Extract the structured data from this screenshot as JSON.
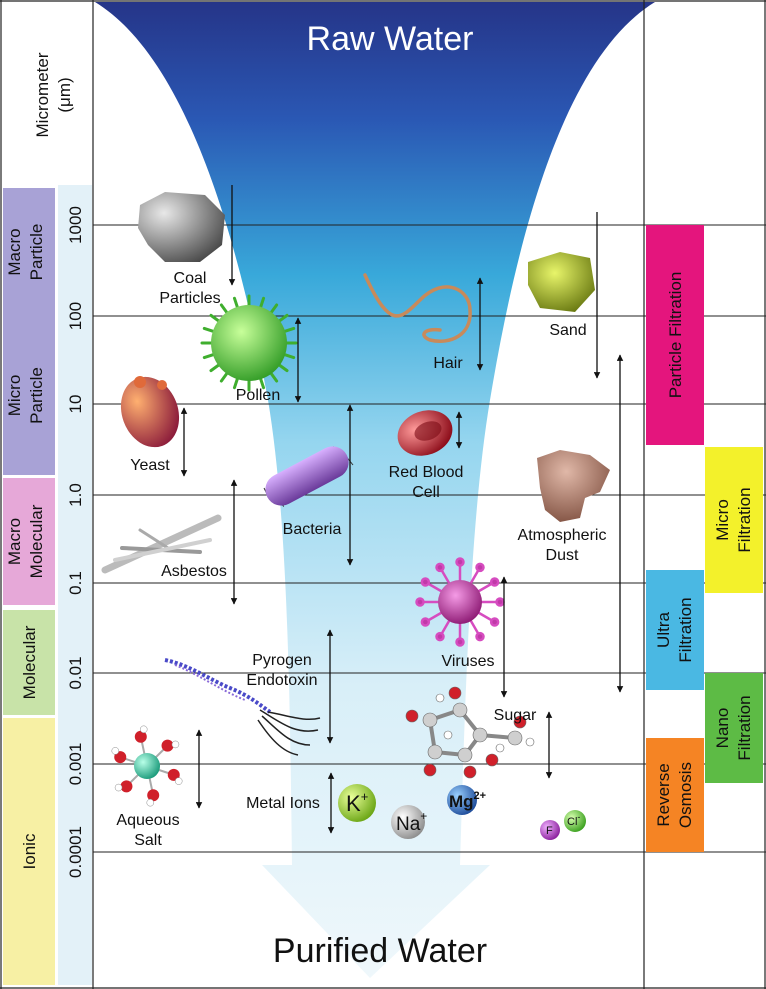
{
  "title_top": "Raw Water",
  "title_bottom": "Purified Water",
  "axis_label": "Micrometer",
  "axis_unit": "(μm)",
  "ticks": [
    "1000",
    "100",
    "10",
    "1.0",
    "0.1",
    "0.01",
    "0.001",
    "0.0001"
  ],
  "size_classes": [
    {
      "line1": "Macro",
      "line2": "Particle",
      "color": "#a8a2d6"
    },
    {
      "line1": "Micro",
      "line2": "Particle",
      "color": "#a8a2d6"
    },
    {
      "line1": "Macro",
      "line2": "Molecular",
      "color": "#e6a8d8"
    },
    {
      "line1": "Molecular",
      "line2": "",
      "color": "#c8e3a8"
    },
    {
      "line1": "Ionic",
      "line2": "",
      "color": "#f7f0a4"
    }
  ],
  "filtration": [
    {
      "line1": "Particle Filtration",
      "line2": "",
      "color": "#e4157d"
    },
    {
      "line1": "Micro",
      "line2": "Filtration",
      "color": "#f3f12b"
    },
    {
      "line1": "Ultra",
      "line2": "Filtration",
      "color": "#4ab8e3"
    },
    {
      "line1": "Nano",
      "line2": "Filtration",
      "color": "#5dbb45"
    },
    {
      "line1": "Reverse",
      "line2": "Osmosis",
      "color": "#f58424"
    }
  ],
  "items": {
    "coal": "Coal\nParticles",
    "pollen": "Pollen",
    "hair": "Hair",
    "sand": "Sand",
    "yeast": "Yeast",
    "red_blood_cell": "Red Blood\nCell",
    "bacteria": "Bacteria",
    "atmospheric_dust": "Atmospheric\nDust",
    "asbestos": "Asbestos",
    "viruses": "Viruses",
    "pyrogen": "Pyrogen\nEndotoxin",
    "sugar": "Sugar",
    "aqueous_salt": "Aqueous\nSalt",
    "metal_ions": "Metal Ions"
  },
  "ions": {
    "k": "K",
    "k_charge": "+",
    "na": "Na",
    "na_charge": "+",
    "mg": "Mg",
    "mg_charge": "2+",
    "f": "F",
    "cl": "Cl",
    "cl_charge": "-"
  }
}
